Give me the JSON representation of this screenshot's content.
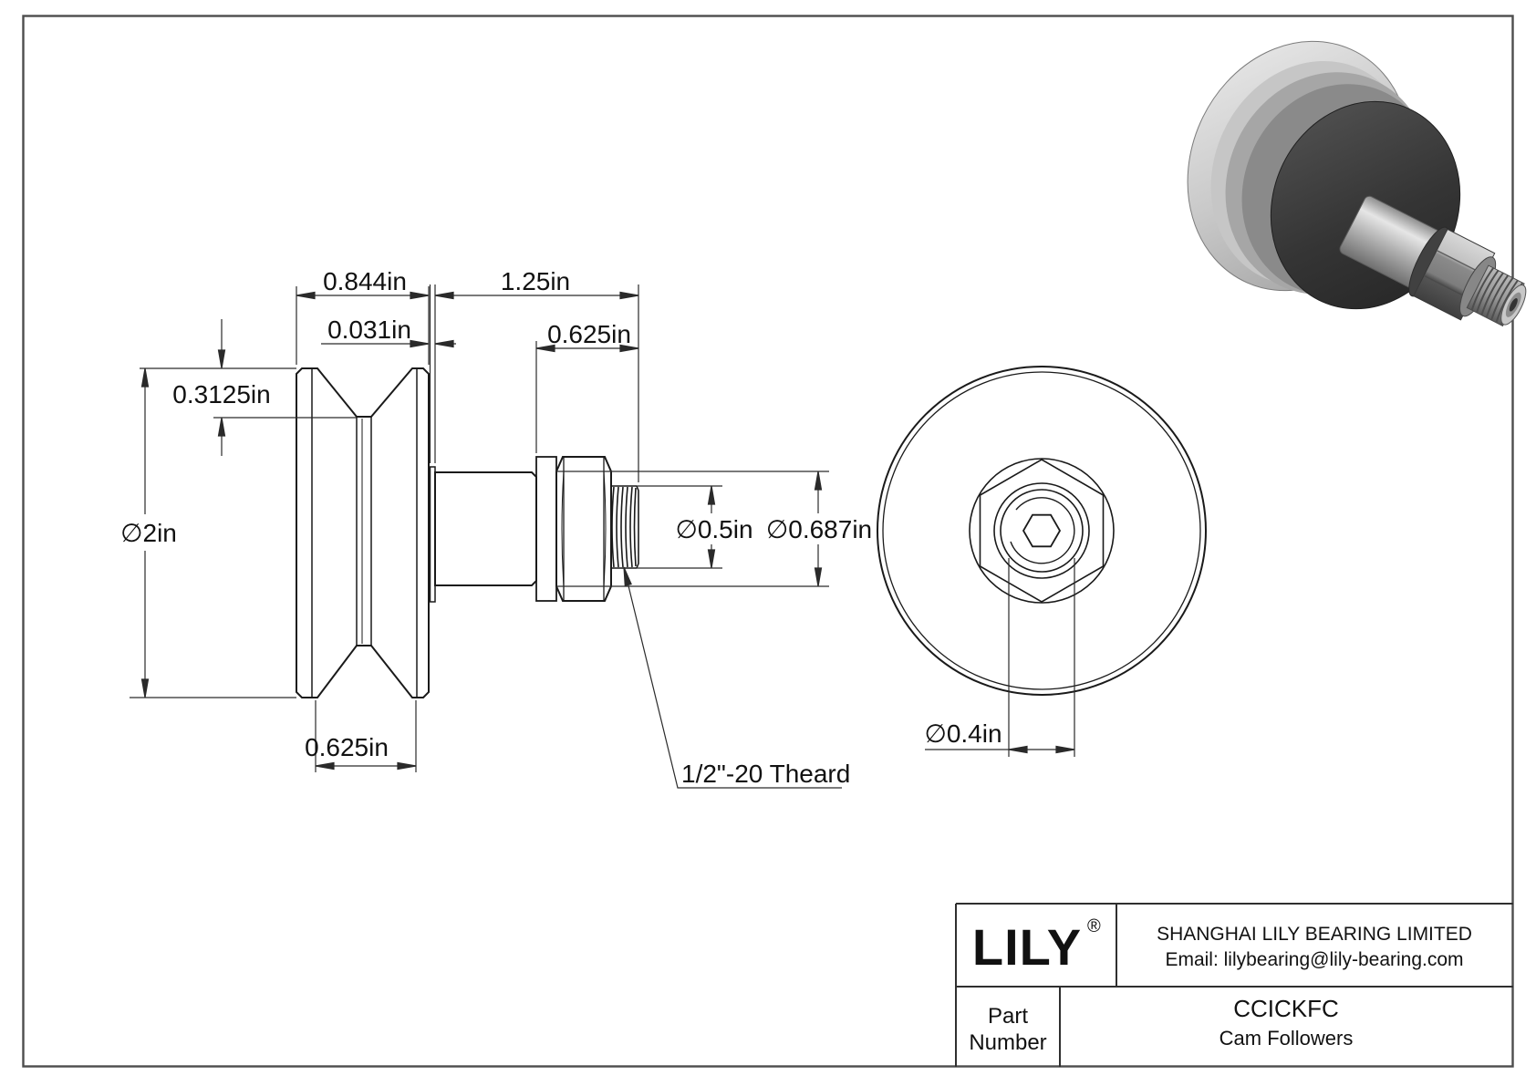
{
  "colors": {
    "line": "#1a1a1a",
    "dim_line": "#2a2a2a",
    "frame": "#4d4d4d",
    "metal_highlight": "#e8e8e8",
    "metal_mid": "#a8a8a8",
    "metal_dark": "#2e2e2e",
    "background": "#ffffff"
  },
  "side_view": {
    "dim_wheel_width": "0.844in",
    "dim_stud_length": "1.25in",
    "dim_face_gap": "0.031in",
    "dim_thread_length": "0.625in",
    "dim_groove_depth": "0.3125in",
    "dim_wheel_diameter": "∅2in",
    "dim_thread_diameter": "∅0.5in",
    "dim_nut_diameter": "∅0.687in",
    "dim_groove_width": "0.625in",
    "thread_note": "1/2\"-20 Theard"
  },
  "front_view": {
    "dim_socket_diameter": "∅0.4in"
  },
  "title_block": {
    "logo": "LILY",
    "registered_mark": "®",
    "company_name": "SHANGHAI LILY BEARING LIMITED",
    "email": "Email: lilybearing@lily-bearing.com",
    "part_label_line1": "Part",
    "part_label_line2": "Number",
    "part_number": "CCICKFC",
    "product_category": "Cam Followers"
  }
}
